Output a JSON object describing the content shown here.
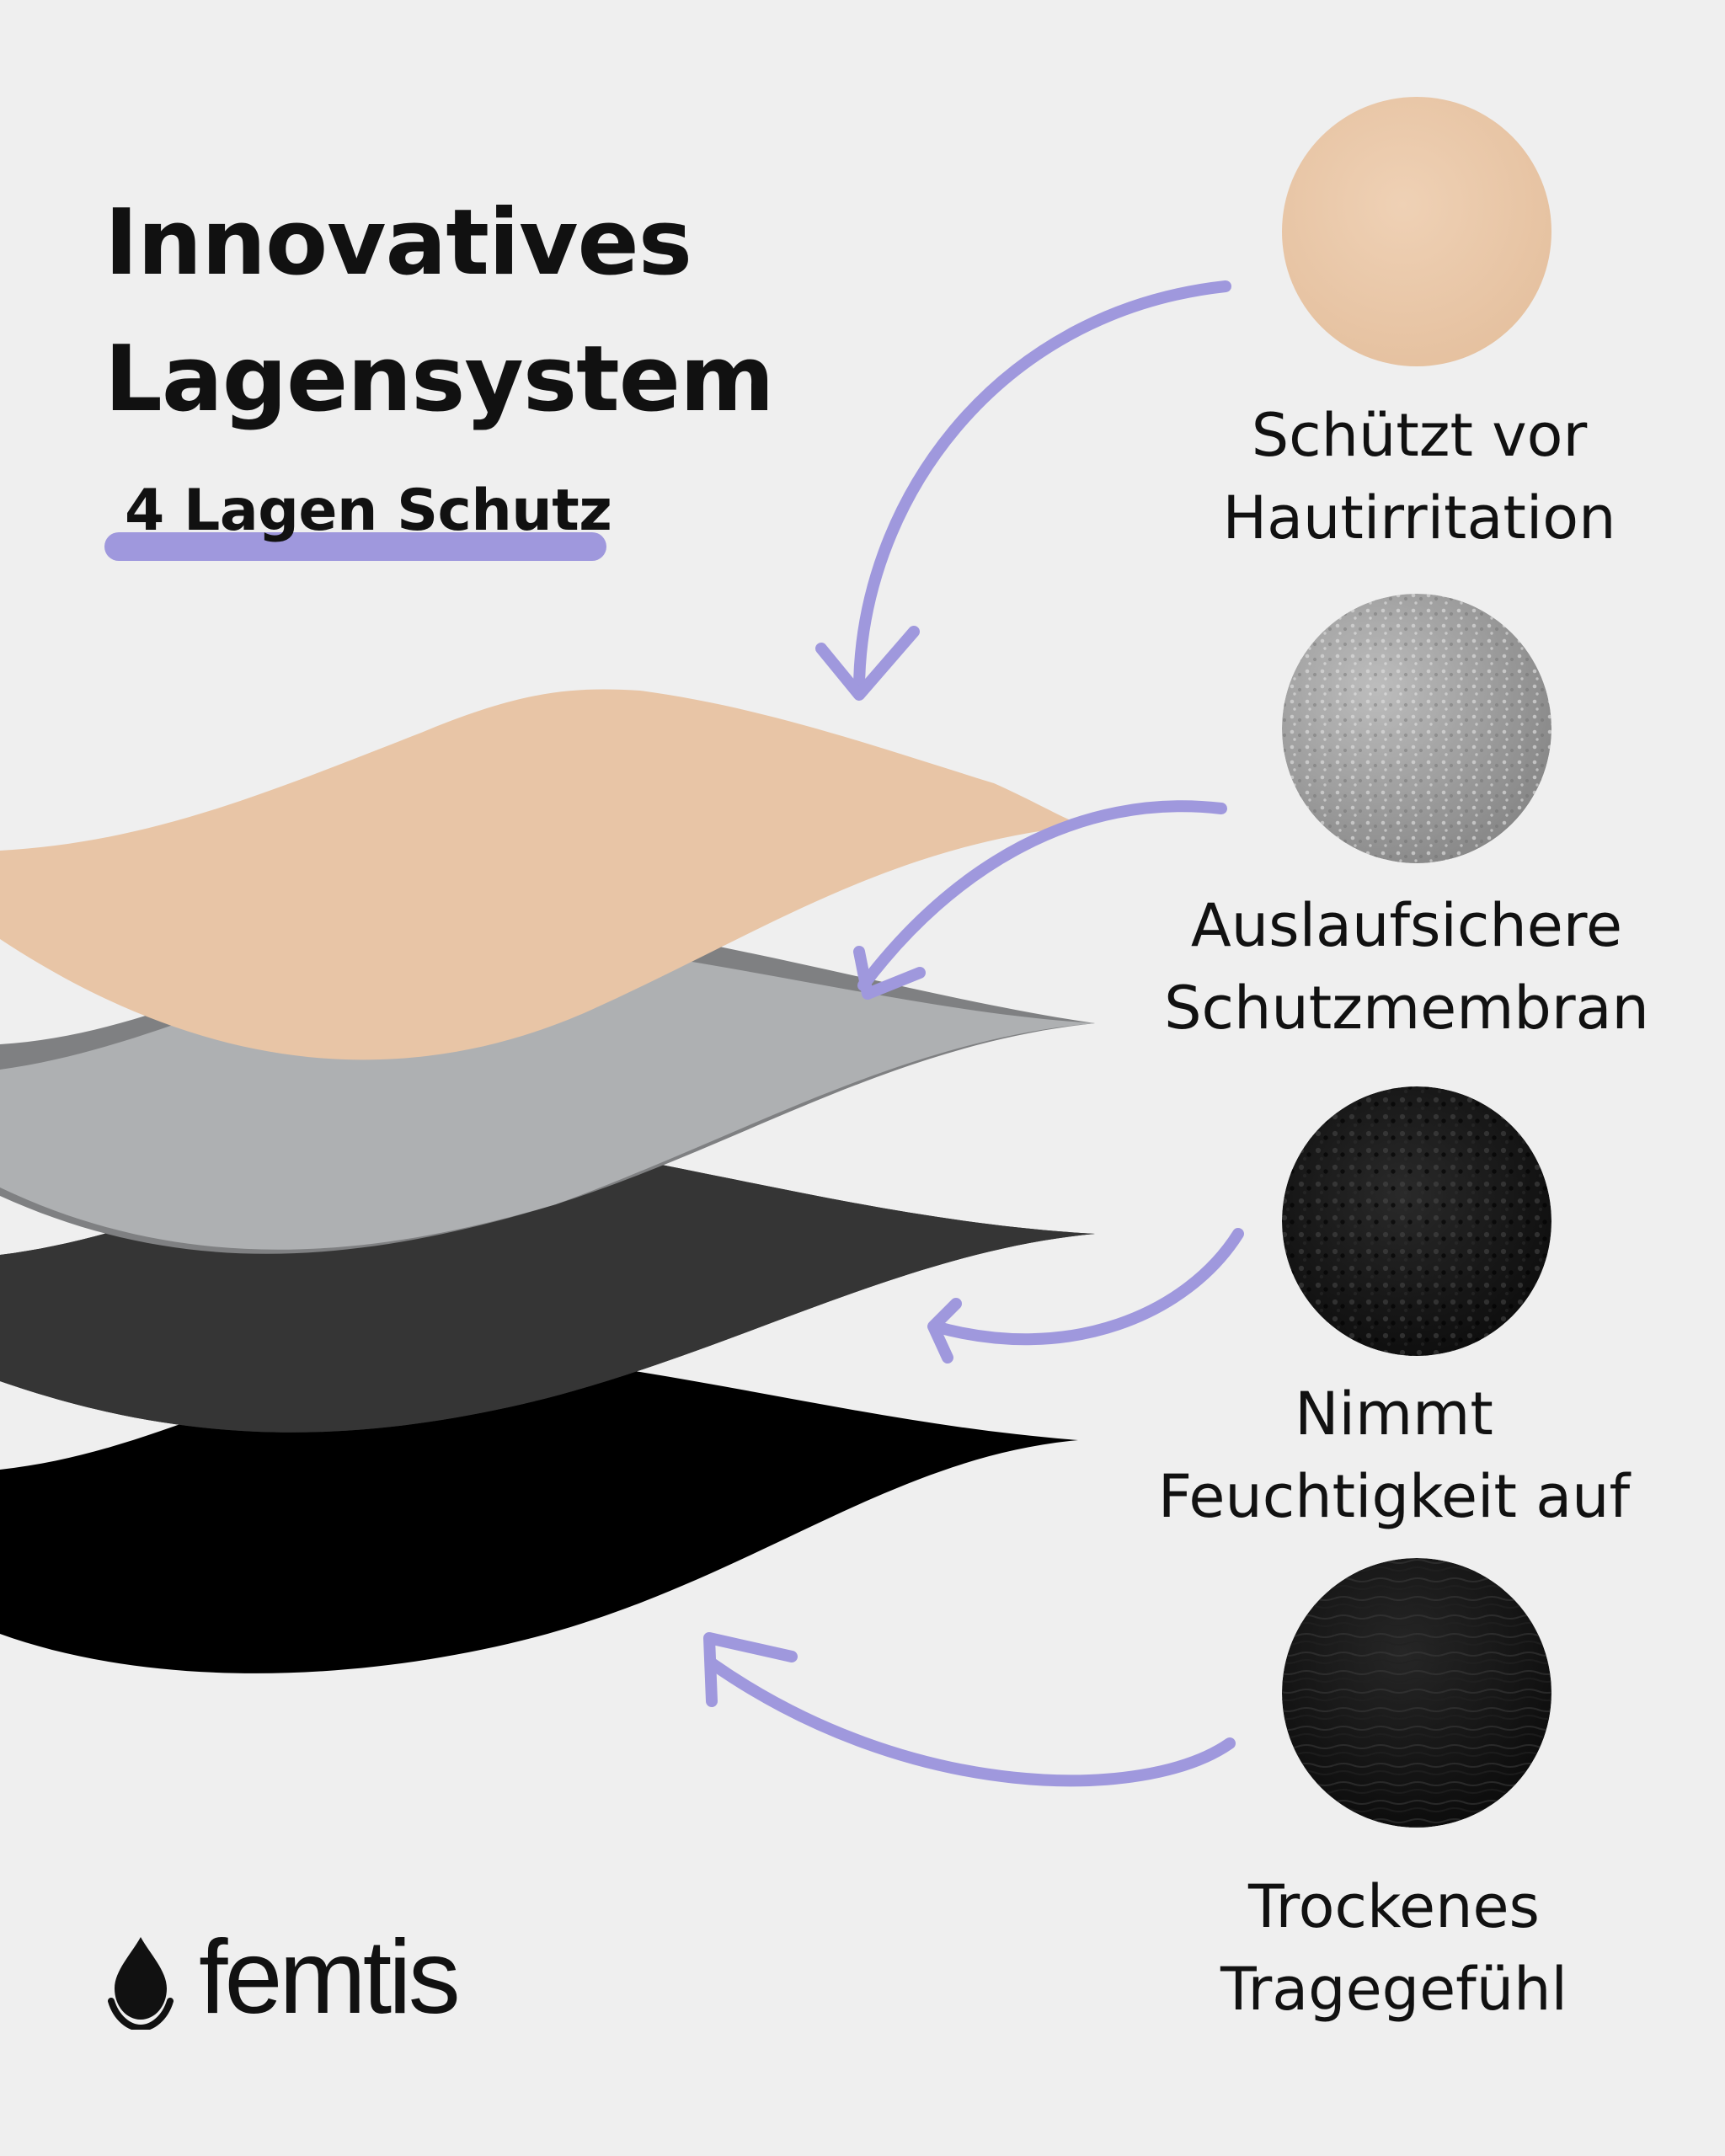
{
  "header": {
    "title_lines": [
      "Innovatives",
      "Lagensystem"
    ],
    "subtitle": "4 Lagen Schutz"
  },
  "layers": [
    {
      "lines": [
        "Schützt vor",
        "Hautirritation"
      ],
      "swatch": "skin-colored-fabric-swatch",
      "color": "#e8c5a6"
    },
    {
      "lines": [
        "Auslaufsichere",
        "Schutzmembran"
      ],
      "swatch": "gray-membrane-swatch",
      "color": "#aeb0b2"
    },
    {
      "lines": [
        "Nimmt",
        "Feuchtigkeit auf"
      ],
      "swatch": "black-absorbent-swatch",
      "color": "#333333"
    },
    {
      "lines": [
        "Trockenes",
        "Tragegefühl"
      ],
      "swatch": "black-knit-swatch",
      "color": "#000000"
    }
  ],
  "brand": {
    "name": "femtis",
    "icon": "water-drop-icon"
  },
  "colors": {
    "background": "#efefef",
    "accent": "#9f98dd",
    "text": "#111111"
  }
}
